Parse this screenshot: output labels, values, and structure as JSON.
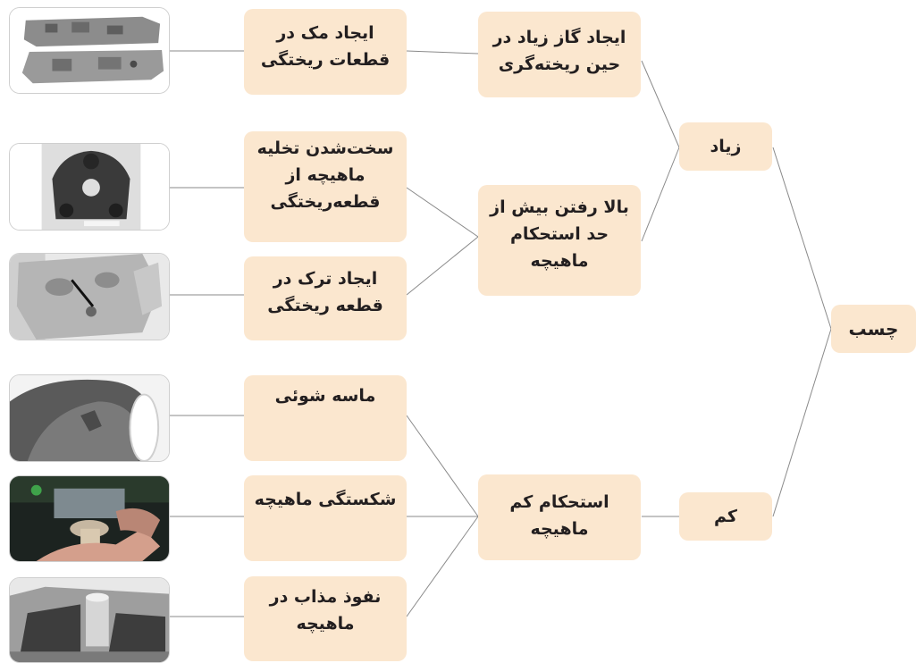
{
  "root": {
    "label": "چسب"
  },
  "level1": {
    "high": "زیاد",
    "low": "کم"
  },
  "causes": {
    "gas": "ایجاد گاز زیاد در حین ریخته‌گری",
    "strength_high": "بالا رفتن بیش از حد استحکام ماهیچه",
    "strength_low": "استحکام کم ماهیچه"
  },
  "effects": {
    "blowhole": "ایجاد مک در قطعات ریختگی",
    "hard_removal": "سخت‌شدن تخلیه ماهیچه از قطعه‌ریختگی",
    "crack": "ایجاد ترک در قطعه ریختگی",
    "sand_wash": "ماسه شوئی",
    "core_break": "شکستگی ماهیچه",
    "penetration": "نفوذ مذاب در ماهیچه"
  },
  "colors": {
    "box_fill": "#fbe7cf",
    "line": "#8a8a8a",
    "text": "#231f20"
  }
}
